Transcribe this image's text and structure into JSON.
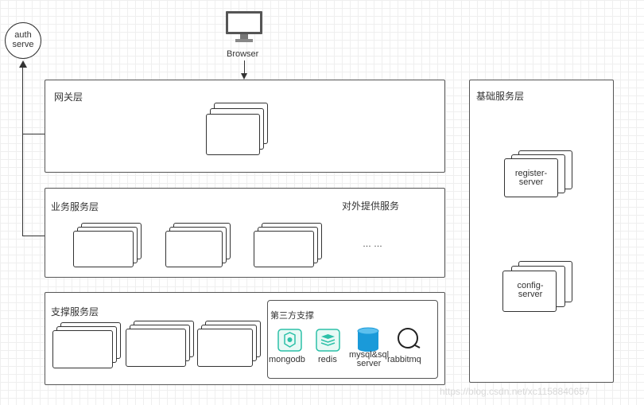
{
  "diagram": {
    "auth": "auth serve",
    "browser": "Browser",
    "gateway_layer": "网关层",
    "business_layer": "业务服务层",
    "external_services": "对外提供服务",
    "ellipsis": "… …",
    "support_layer": "支撑服务层",
    "third_party": "第三方支撑",
    "tools": [
      "mongodb",
      "redis",
      "mysql&sql server",
      "rabbitmq"
    ],
    "base_layer": "基础服务层",
    "register_server": "register-server",
    "config_server": "config-server",
    "watermark": "https://blog.csdn.net/xc1158840657"
  },
  "colors": {
    "teal": "#2cc0a8",
    "blue": "#1a9ad9"
  }
}
